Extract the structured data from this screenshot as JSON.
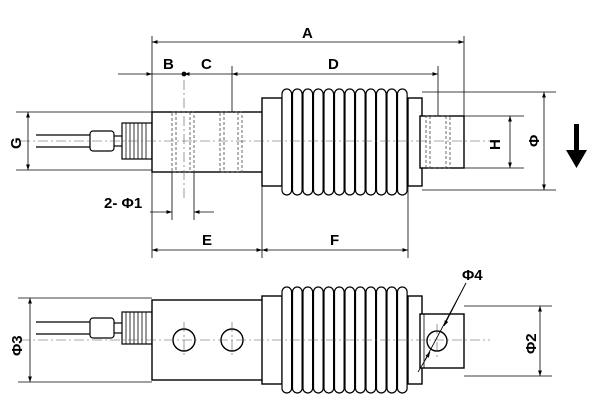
{
  "labels": {
    "A": "A",
    "B": "B",
    "C": "C",
    "D": "D",
    "E": "E",
    "F": "F",
    "G": "G",
    "H": "H",
    "phi": "Φ",
    "hole": "2- Φ1",
    "phi2": "Φ2",
    "phi3": "Φ3",
    "phi4": "Φ4"
  },
  "colors": {
    "line": "#000000",
    "background": "#ffffff"
  },
  "icons": {
    "load_direction": "arrow-down-icon"
  }
}
